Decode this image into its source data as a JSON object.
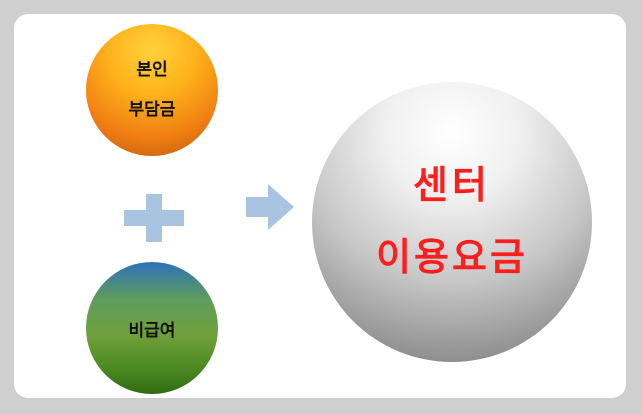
{
  "top_circle": {
    "line1": "본인",
    "line2": "부담금"
  },
  "bottom_circle": {
    "label": "비급여"
  },
  "result_circle": {
    "line1": "센터",
    "line2": "이용요금"
  },
  "colors": {
    "plus": "#a8c4e0",
    "arrow": "#a8c4e0",
    "result_text": "#ff1e1e"
  }
}
